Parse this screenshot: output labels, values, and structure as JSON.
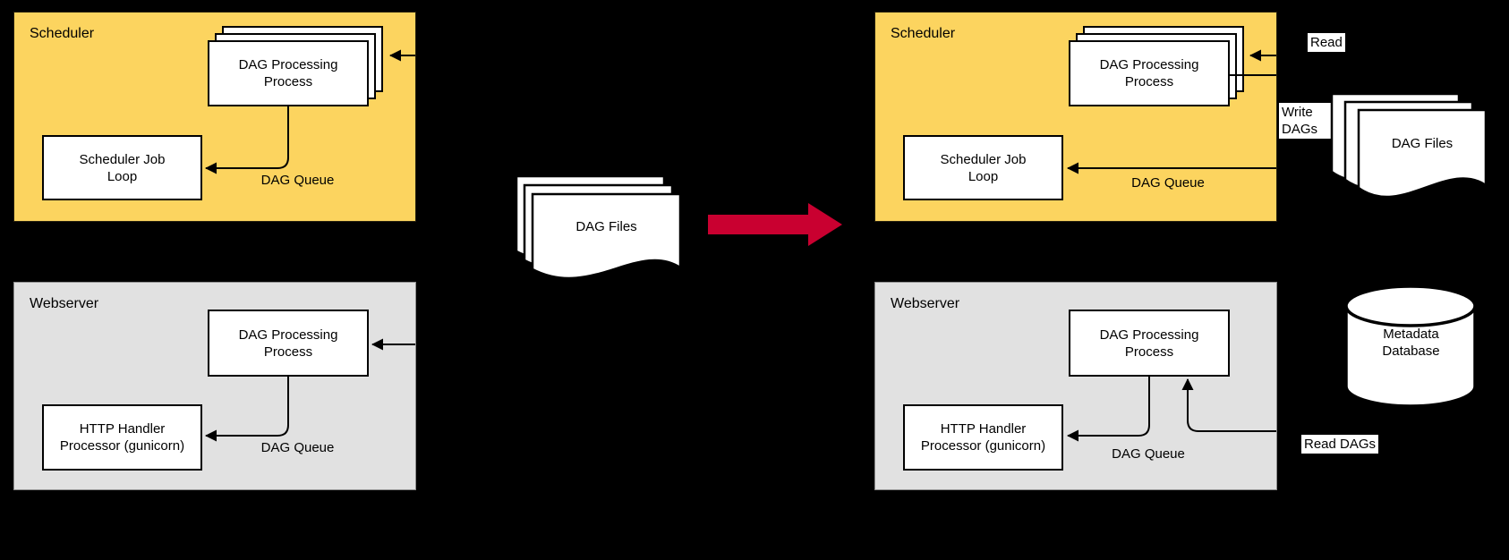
{
  "colors": {
    "background": "#000000",
    "scheduler_fill": "#FCD45F",
    "webserver_fill": "#E1E1E1",
    "node_fill": "#FFFFFF",
    "stroke": "#000000",
    "red_arrow": "#C90030",
    "label_bg": "#FFFFFF",
    "text": "#000000",
    "webserver_border": "#8F8F8F"
  },
  "before": {
    "scheduler": {
      "title": "Scheduler",
      "process_label": "DAG Processing Process",
      "job_loop_label": "Scheduler Job Loop",
      "queue_label": "DAG Queue"
    },
    "webserver": {
      "title": "Webserver",
      "process_label": "DAG Processing Process",
      "handler_label": "HTTP Handler Processor (gunicorn)",
      "queue_label": "DAG Queue"
    },
    "dag_files_label": "DAG Files"
  },
  "after": {
    "scheduler": {
      "title": "Scheduler",
      "process_label": "DAG Processing Process",
      "job_loop_label": "Scheduler Job Loop",
      "queue_label": "DAG Queue"
    },
    "webserver": {
      "title": "Webserver",
      "process_label": "DAG Processing Process",
      "handler_label": "HTTP Handler Processor (gunicorn)",
      "queue_label": "DAG Queue"
    },
    "dag_files_label": "DAG Files",
    "database_label": "Metadata Database",
    "read_label": "Read",
    "write_dags_label": "Write DAGs",
    "read_dags_label": "Read DAGs"
  }
}
